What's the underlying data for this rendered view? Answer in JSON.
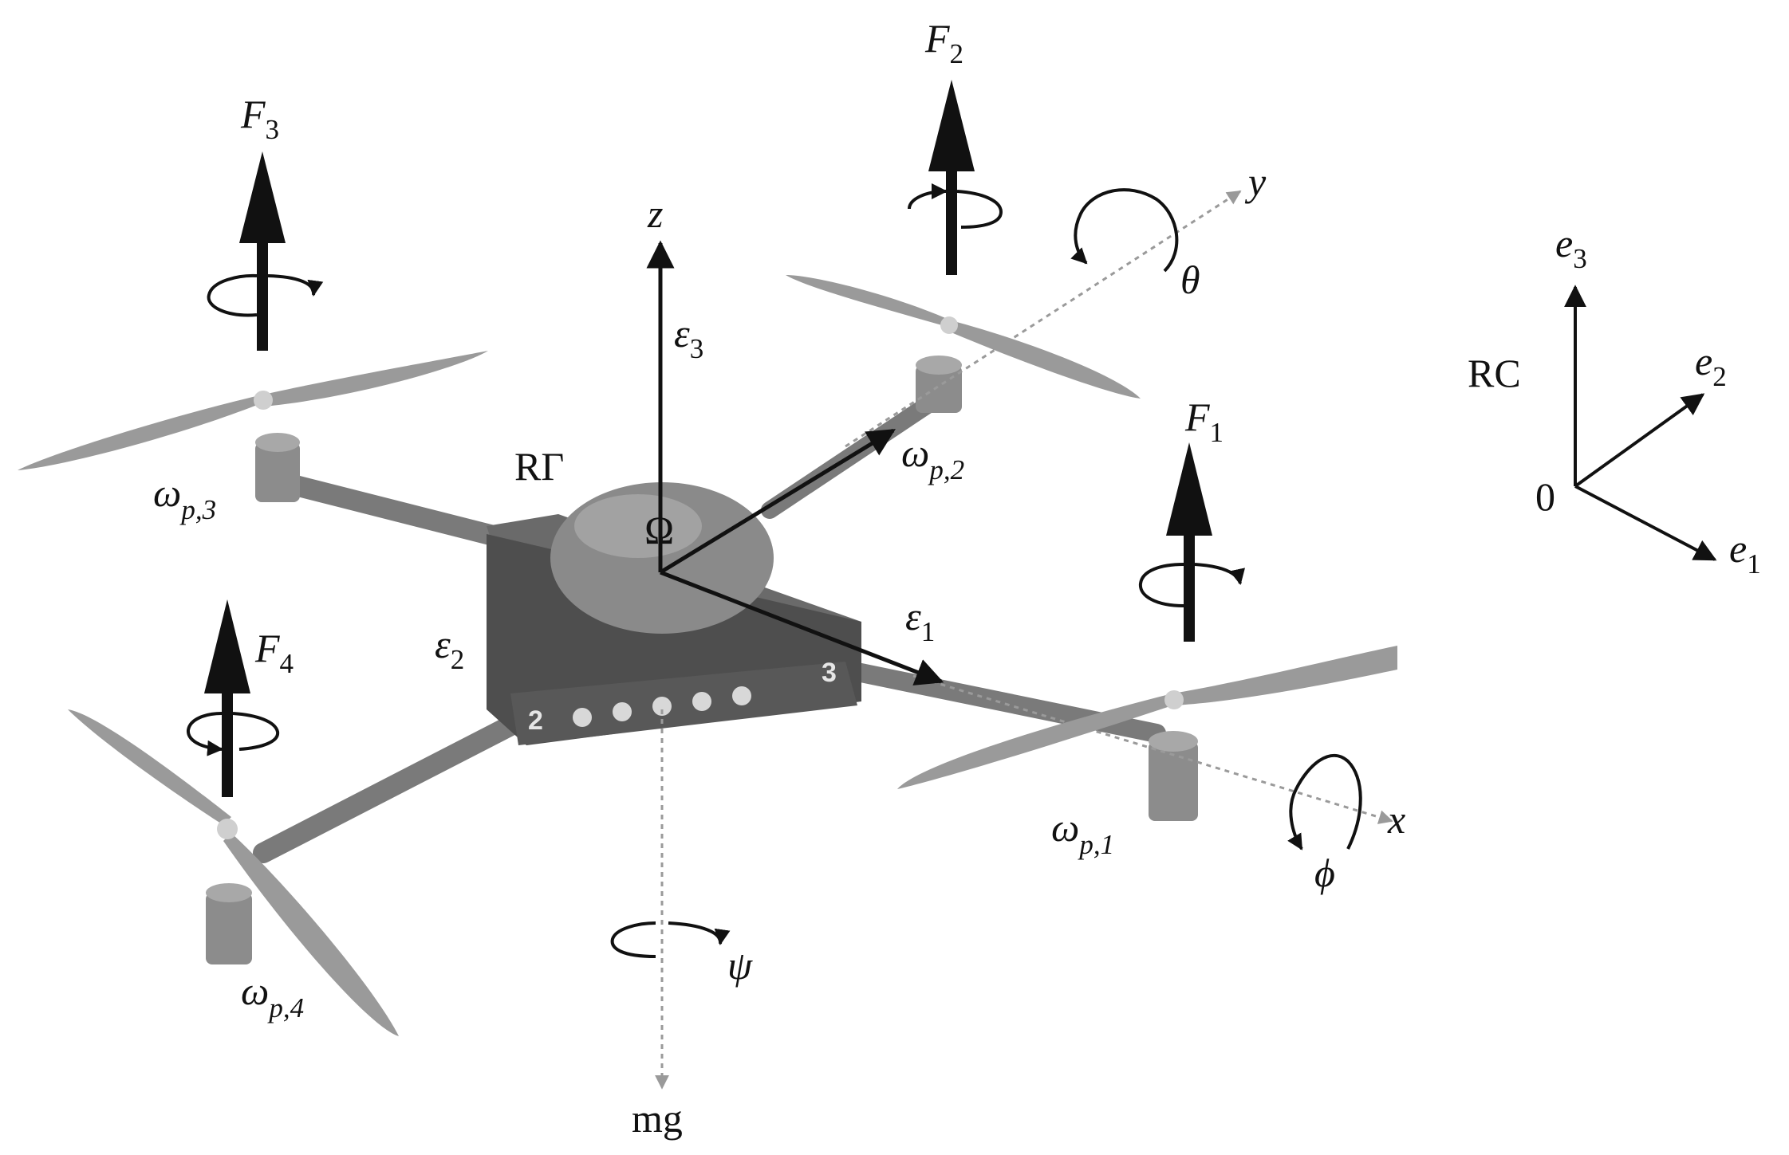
{
  "diagram": {
    "forces": {
      "f1": {
        "base": "F",
        "sub": "1"
      },
      "f2": {
        "base": "F",
        "sub": "2"
      },
      "f3": {
        "base": "F",
        "sub": "3"
      },
      "f4": {
        "base": "F",
        "sub": "4"
      }
    },
    "rotors": {
      "r1": {
        "base": "ω",
        "sub": "p,1"
      },
      "r2": {
        "base": "ω",
        "sub": "p,2"
      },
      "r3": {
        "base": "ω",
        "sub": "p,3"
      },
      "r4": {
        "base": "ω",
        "sub": "p,4"
      }
    },
    "body_frame": {
      "label": "RΓ",
      "origin": "Ω",
      "axis1": {
        "base": "ε",
        "sub": "1"
      },
      "axis2": {
        "base": "ε",
        "sub": "2"
      },
      "axis3": {
        "base": "ε",
        "sub": "3"
      }
    },
    "axes": {
      "x": "x",
      "y": "y",
      "z": "z"
    },
    "angles": {
      "roll": "ϕ",
      "pitch": "θ",
      "yaw": "ψ"
    },
    "gravity": "mg",
    "arm_numbers": {
      "n2": "2",
      "n3": "3"
    },
    "reference_frame": {
      "label": "RC",
      "origin": "0",
      "e1": {
        "base": "e",
        "sub": "1"
      },
      "e2": {
        "base": "e",
        "sub": "2"
      },
      "e3": {
        "base": "e",
        "sub": "3"
      }
    },
    "colors": {
      "ink": "#111111",
      "frame_body": "#555555",
      "arm": "#7a7a7a",
      "propeller": "#9a9a9a",
      "canopy": "#8a8a8a",
      "dashed_axis": "#9a9a9a"
    }
  }
}
